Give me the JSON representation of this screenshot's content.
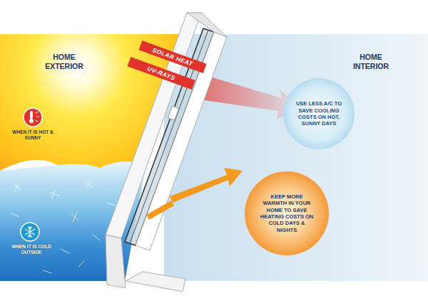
{
  "diagram": {
    "nodes": [
      {
        "text": [
          "SOLAR HEAT"
        ]
      },
      {
        "text": [
          "UV-RAYS"
        ]
      },
      {
        "text": [
          "USE LESS A/C TO SAVE COOLING COSTS ON HOT, SUNNY DAYS"
        ]
      },
      {
        "text": [
          "KEEP MORE WARMTH IN YOUR HOME TO SAVE HEATING COSTS ON COLD DAYS & NIGHTS"
        ]
      }
    ],
    "labels": [
      "HOME EXTERIOR",
      "HOME INTERIOR",
      "WHEN IT IS HOT & SUNNY",
      "WHEN IT IS COLD OUTSIDE"
    ]
  }
}
